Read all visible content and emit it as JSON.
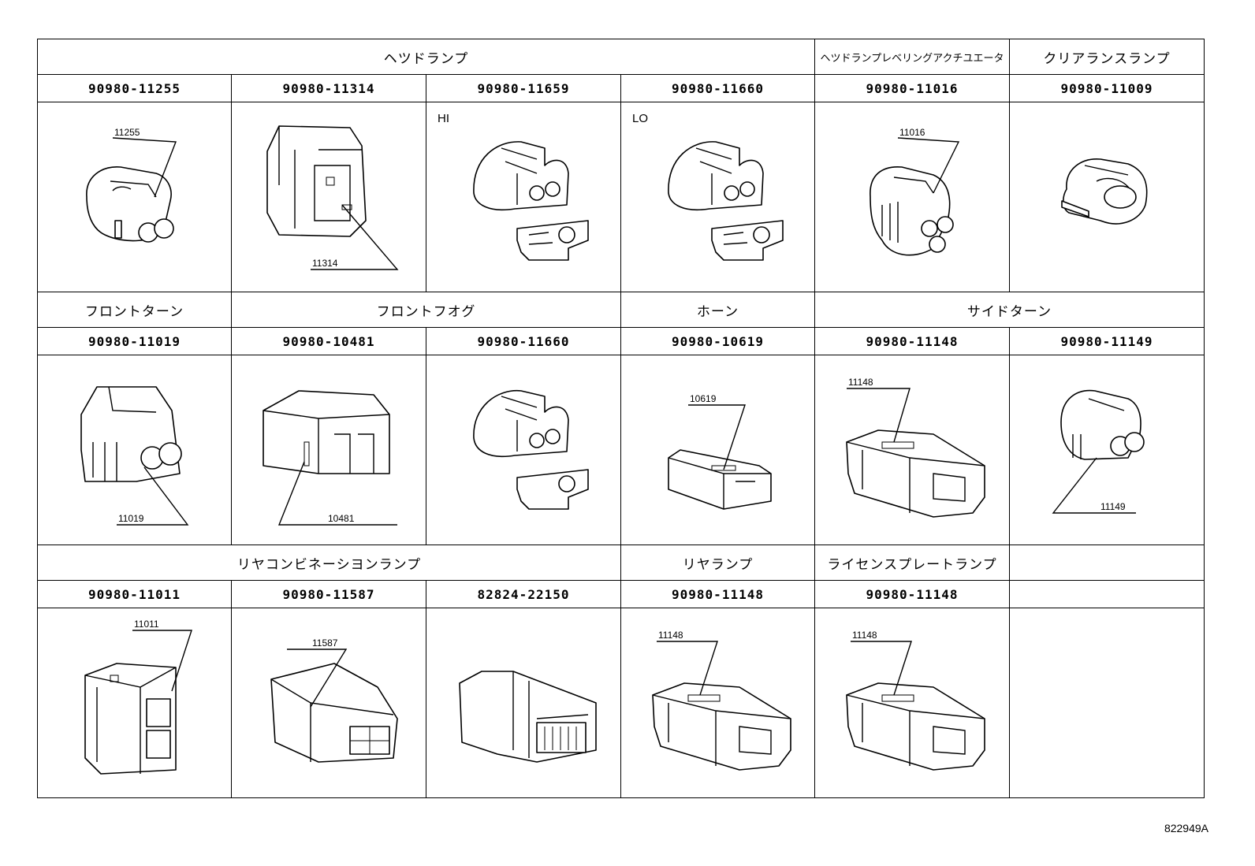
{
  "sections": [
    {
      "categories": [
        "ヘツドランプ",
        "ヘツドランプレベリングアクチユエータ",
        "クリアランスランプ"
      ],
      "part_numbers": [
        "90980-11255",
        "90980-11314",
        "90980-11659",
        "90980-11660",
        "90980-11016",
        "90980-11009"
      ],
      "callouts": [
        "11255",
        "11314",
        "",
        "",
        "11016",
        ""
      ],
      "corner_labels": [
        "",
        "",
        "HI",
        "LO",
        "",
        ""
      ]
    },
    {
      "categories": [
        "フロントターン",
        "フロントフオグ",
        "ホーン",
        "サイドターン"
      ],
      "part_numbers": [
        "90980-11019",
        "90980-10481",
        "90980-11660",
        "90980-10619",
        "90980-11148",
        "90980-11149"
      ],
      "callouts": [
        "11019",
        "10481",
        "",
        "10619",
        "11148",
        "11149"
      ]
    },
    {
      "categories": [
        "リヤコンビネーシヨンランプ",
        "リヤランプ",
        "ライセンスプレートランプ",
        ""
      ],
      "part_numbers": [
        "90980-11011",
        "90980-11587",
        "82824-22150",
        "90980-11148",
        "90980-11148",
        ""
      ],
      "callouts": [
        "11011",
        "11587",
        "",
        "11148",
        "11148",
        ""
      ]
    }
  ],
  "connector_icons": [
    "plug-2pin-icon",
    "box-connector-icon",
    "plug-clip-icon",
    "plug-clip-icon",
    "plug-3pin-icon",
    "plug-round-icon",
    "plug-2pin-icon",
    "flat-connector-icon",
    "plug-clip-icon",
    "flat-small-icon",
    "long-connector-icon",
    "plug-2pin-icon",
    "box-connector-icon",
    "box-connector-icon",
    "multi-pin-icon",
    "long-connector-icon",
    "long-connector-icon",
    ""
  ],
  "illustration_code": "822949A"
}
